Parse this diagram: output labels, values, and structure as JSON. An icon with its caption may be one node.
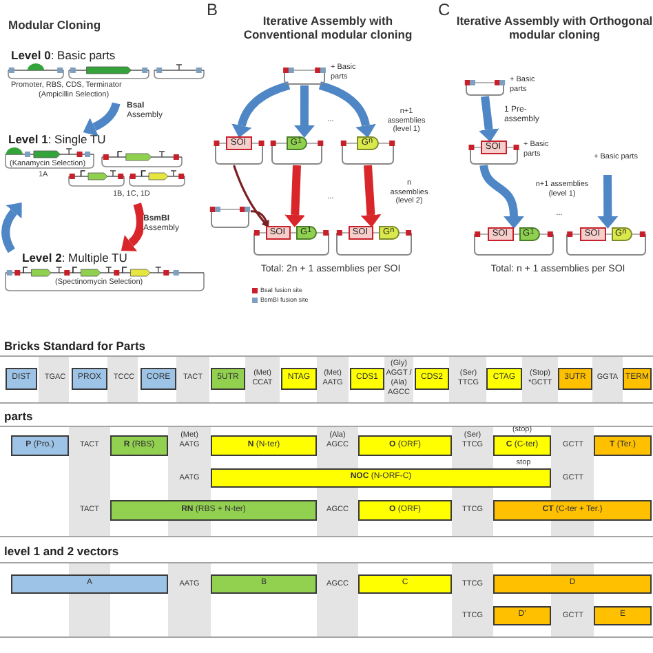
{
  "diagram": {
    "nodes": [
      {
        "text": [
          "**Level 0**: Basic parts",
          "Promoter, RBS, CDS, Terminator",
          "(Ampicillin Selection)"
        ]
      },
      {
        "text": [
          "**Level 1**: Single TU",
          "(Kanamycin Selection)",
          "1A",
          "1B, 1C, 1D"
        ]
      },
      {
        "text": [
          "**Level 2**: Multiple TU",
          "(Spectinomycin Selection)"
        ]
      },
      {
        "text": [],
        "shape": "plasmid",
        "beside": [
          "+ Basic parts"
        ]
      },
      {
        "text": [
          "SOI"
        ]
      },
      {
        "text": [
          "G$^{1}$"
        ]
      },
      {
        "text": [
          "G$^{n}$"
        ]
      },
      {
        "text": [],
        "shape": "plasmid"
      },
      {
        "text": [
          "SOI",
          "G$^{1}$"
        ]
      },
      {
        "text": [
          "SOI",
          "G$^{n}$"
        ]
      },
      {
        "text": [],
        "shape": "plasmid",
        "beside": [
          "+ Basic parts"
        ]
      },
      {
        "text": [
          "SOI"
        ],
        "beside": [
          "+ Basic parts"
        ]
      },
      {
        "text": [
          "SOI",
          "G$^{1}$"
        ]
      },
      {
        "text": [
          "SOI",
          "G$^{n}$"
        ]
      },
      {
        "text": [
          "Bricks Standard for Parts"
        ]
      },
      {
        "text": [
          "DIST"
        ],
        "in": 14
      },
      {
        "text": [
          "PROX"
        ],
        "in": 14
      },
      {
        "text": [
          "CORE"
        ],
        "in": 14
      },
      {
        "text": [
          "5UTR"
        ],
        "in": 14
      },
      {
        "text": [
          "NTAG"
        ],
        "in": 14
      },
      {
        "text": [
          "CDS1"
        ],
        "in": 14
      },
      {
        "text": [
          "CDS2"
        ],
        "in": 14
      },
      {
        "text": [
          "CTAG"
        ],
        "in": 14
      },
      {
        "text": [
          "3UTR"
        ],
        "in": 14
      },
      {
        "text": [
          "TERM"
        ],
        "in": 14
      },
      {
        "text": [
          "parts"
        ]
      },
      {
        "text": [
          "**P** (Pro.)"
        ],
        "in": 25
      },
      {
        "text": [
          "**R** (RBS)"
        ],
        "in": 25
      },
      {
        "text": [
          "**N** (N-ter)"
        ],
        "in": 25
      },
      {
        "text": [
          "**O** (ORF)"
        ],
        "in": 25
      },
      {
        "text": [
          "**C** (C-ter)"
        ],
        "in": 25
      },
      {
        "text": [
          "**T** (Ter.)"
        ],
        "in": 25
      },
      {
        "text": [
          "**NOC** (N-ORF-C)"
        ],
        "in": 25
      },
      {
        "text": [
          "**RN** (RBS + N-ter)"
        ],
        "in": 25
      },
      {
        "text": [
          "**O** (ORF)"
        ],
        "in": 25
      },
      {
        "text": [
          "**CT** (C-ter + Ter.)"
        ],
        "in": 25
      },
      {
        "text": [
          "level 1 and 2 vectors"
        ]
      },
      {
        "text": [
          "A"
        ],
        "in": 36
      },
      {
        "text": [
          "B"
        ],
        "in": 36
      },
      {
        "text": [
          "C"
        ],
        "in": 36
      },
      {
        "text": [
          "D"
        ],
        "in": 36
      },
      {
        "text": [
          "D'"
        ],
        "in": 36
      },
      {
        "text": [
          "E"
        ],
        "in": 36
      }
    ],
    "edges": [
      {
        "from": 0,
        "to": 1,
        "arrow": "to",
        "label": "**BsaI** Assembly"
      },
      {
        "from": 1,
        "to": 2,
        "arrow": "to",
        "label": "**BsmBI** Assembly",
        "color": "#d9262b"
      },
      {
        "from": 2,
        "to": 1,
        "arrow": "to"
      },
      {
        "from": 3,
        "to": 4,
        "arrow": "to"
      },
      {
        "from": 3,
        "to": 5,
        "arrow": "to"
      },
      {
        "from": 3,
        "to": 6,
        "arrow": "to"
      },
      {
        "from": 4,
        "to": 8,
        "arrow": "to",
        "color": "#7a1f24"
      },
      {
        "from": 7,
        "to": 8,
        "arrow": "to",
        "color": "#7a1f24"
      },
      {
        "from": 5,
        "to": 8,
        "arrow": "to",
        "color": "#d9262b"
      },
      {
        "from": 6,
        "to": 9,
        "arrow": "to",
        "color": "#d9262b"
      },
      {
        "from": 10,
        "to": 11,
        "arrow": "to",
        "label": "1 Pre-assembly"
      },
      {
        "from": 11,
        "to": 12,
        "arrow": "to"
      },
      {
        "from": null,
        "to": 13,
        "arrow": "to"
      }
    ],
    "labels": [
      "B",
      "C",
      "Modular Cloning",
      "Iterative Assembly with Conventional modular cloning",
      "n+1 assemblies (level 1)",
      "...",
      "...",
      "n assemblies (level 2)",
      "Total: 2n + 1 assemblies per SOI",
      "Iterative Assembly with Orthogonal modular cloning",
      "+ Basic parts",
      "...",
      "n+1 assemblies (level 1)",
      "Total: n + 1 assemblies per SOI",
      "TGAC",
      "TCCC",
      "TACT",
      "(Met) CCAT",
      "(Met) AATG",
      "(Gly) AGGT / (Ala) AGCC",
      "(Ser) TTCG",
      "(Stop) *GCTT",
      "GGTA",
      "TACT",
      "(Met) AATG",
      "(Ala) AGCC",
      "(Ser) TTCG",
      "(stop)",
      "GCTT",
      "AATG",
      "stop",
      "GCTT",
      "TACT",
      "AGCC",
      "TTCG",
      "AATG",
      "AGCC",
      "TTCG",
      "TTCG",
      "GCTT"
    ],
    "legend": [
      {
        "text": "BsaI fusion site",
        "color": "#c8202a"
      },
      {
        "text": "BsmBI fusion site",
        "color": "#7f9fbf"
      }
    ]
  }
}
